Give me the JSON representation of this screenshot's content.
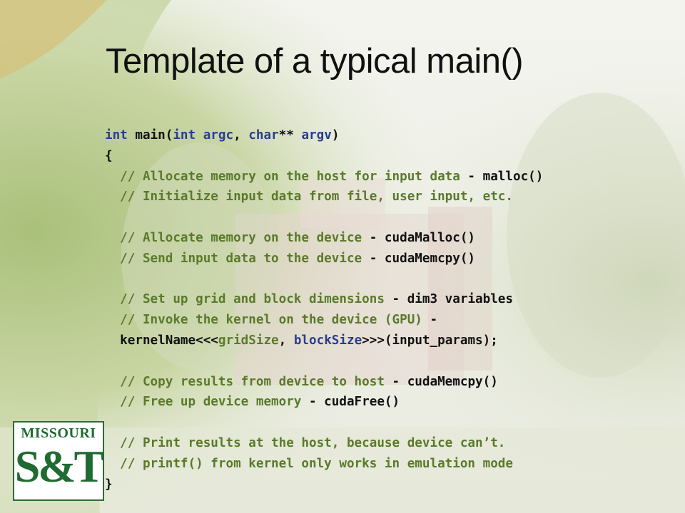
{
  "slide": {
    "title": "Template of a typical main()"
  },
  "code_lines": [
    [
      {
        "t": "int",
        "c": "kw"
      },
      {
        "t": " main(",
        "c": "tx"
      },
      {
        "t": "int argc",
        "c": "kw"
      },
      {
        "t": ", ",
        "c": "tx"
      },
      {
        "t": "char",
        "c": "kw"
      },
      {
        "t": "** ",
        "c": "tx"
      },
      {
        "t": "argv",
        "c": "kw"
      },
      {
        "t": ")",
        "c": "tx"
      }
    ],
    [
      {
        "t": "{",
        "c": "tx"
      }
    ],
    [
      {
        "t": "  // Allocate memory on the host for input data",
        "c": "cm"
      },
      {
        "t": " - malloc()",
        "c": "tx"
      }
    ],
    [
      {
        "t": "  // Initialize input data from file, user input, etc.",
        "c": "cm"
      }
    ],
    [],
    [
      {
        "t": "  // Allocate memory on the device",
        "c": "cm"
      },
      {
        "t": " - cudaMalloc()",
        "c": "tx"
      }
    ],
    [
      {
        "t": "  // Send input data to the device",
        "c": "cm"
      },
      {
        "t": " - cudaMemcpy()",
        "c": "tx"
      }
    ],
    [],
    [
      {
        "t": "  // Set up grid and block dimensions",
        "c": "cm"
      },
      {
        "t": " - dim3 variables",
        "c": "tx"
      }
    ],
    [
      {
        "t": "  // Invoke the kernel on the device (GPU)",
        "c": "cm"
      },
      {
        "t": " -",
        "c": "tx"
      }
    ],
    [
      {
        "t": "  kernelName<<<",
        "c": "tx"
      },
      {
        "t": "gridSize",
        "c": "cm"
      },
      {
        "t": ", ",
        "c": "tx"
      },
      {
        "t": "blockSize",
        "c": "kw"
      },
      {
        "t": ">>>(input_params);",
        "c": "tx"
      }
    ],
    [],
    [
      {
        "t": "  // Copy results from device to host",
        "c": "cm"
      },
      {
        "t": " - cudaMemcpy()",
        "c": "tx"
      }
    ],
    [
      {
        "t": "  // Free up device memory",
        "c": "cm"
      },
      {
        "t": " - cudaFree()",
        "c": "tx"
      }
    ],
    [],
    [
      {
        "t": "  // Print results at the host, because device can’t.",
        "c": "cm"
      }
    ],
    [
      {
        "t": "  // printf() from kernel only works in emulation mode",
        "c": "cm"
      }
    ],
    [
      {
        "t": "}",
        "c": "tx"
      }
    ]
  ],
  "logo": {
    "top_text": "MISSOURI",
    "main_text": "S&T"
  },
  "colors": {
    "keyword": "#2a3d8f",
    "comment": "#5a7a2a",
    "text": "#111111",
    "logo_green": "#1f6b32"
  }
}
